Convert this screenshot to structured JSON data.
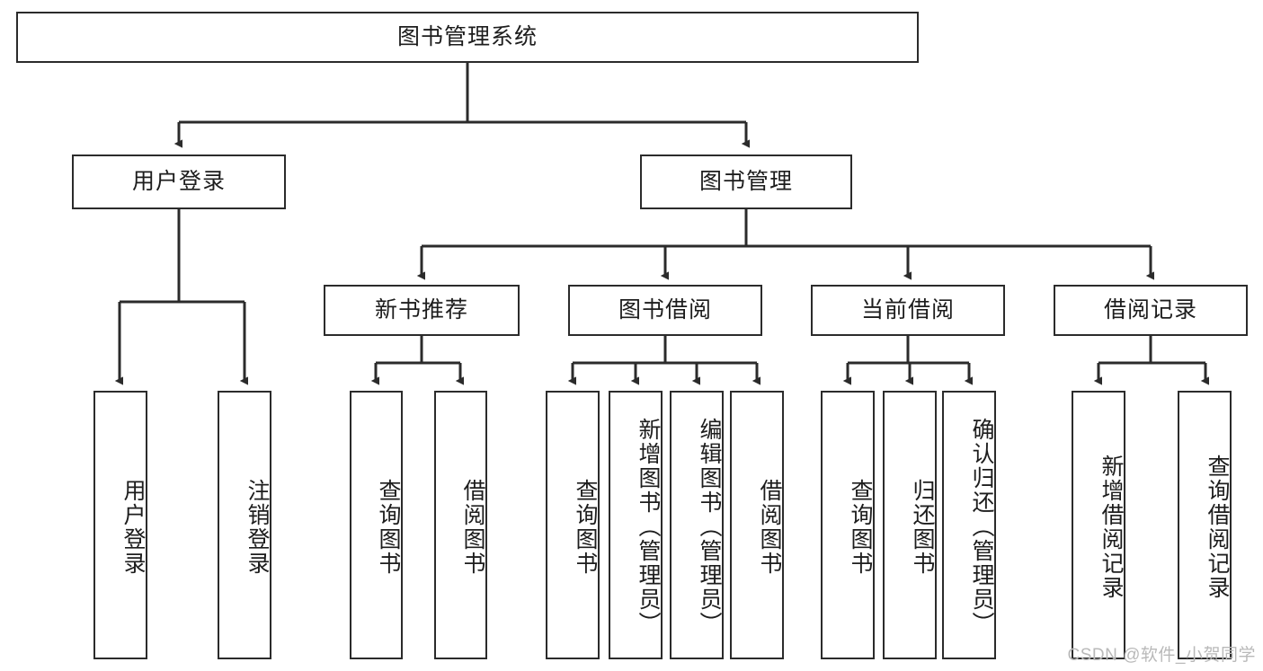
{
  "diagram": {
    "title": "图书管理系统",
    "type": "tree",
    "watermark": "CSDN @软件_小贺同学",
    "colors": {
      "stroke": "#2b2b2b",
      "fill": "#ffffff",
      "text": "#1d1d1d",
      "watermark": "#b9b9b9"
    },
    "levels": {
      "root": "图书管理系统",
      "level2": [
        "用户登录",
        "图书管理"
      ],
      "level3": [
        "新书推荐",
        "图书借阅",
        "当前借阅",
        "借阅记录"
      ],
      "level4": [
        "用户登录",
        "注销登录",
        "查询图书",
        "借阅图书",
        "查询图书",
        "新增图书（管理员）",
        "编辑图书（管理员）",
        "借阅图书",
        "查询图书",
        "归还图书",
        "确认归还（管理员）",
        "新增借阅记录",
        "查询借阅记录"
      ]
    },
    "nodes": {
      "root": {
        "label": "图书管理系统"
      },
      "user_login": {
        "label": "用户登录"
      },
      "book_manage": {
        "label": "图书管理"
      },
      "new_book_rec": {
        "label": "新书推荐"
      },
      "book_borrow": {
        "label": "图书借阅"
      },
      "current_borrow": {
        "label": "当前借阅"
      },
      "borrow_record": {
        "label": "借阅记录"
      },
      "leaf_user_login": {
        "label": "用户登录"
      },
      "leaf_logout": {
        "label": "注销登录"
      },
      "leaf_query_book_1": {
        "label": "查询图书"
      },
      "leaf_borrow_book_1": {
        "label": "借阅图书"
      },
      "leaf_query_book_2": {
        "label": "查询图书"
      },
      "leaf_add_book": {
        "label": "新增图书（管理员）"
      },
      "leaf_edit_book": {
        "label": "编辑图书（管理员）"
      },
      "leaf_borrow_book_2": {
        "label": "借阅图书"
      },
      "leaf_query_book_3": {
        "label": "查询图书"
      },
      "leaf_return_book": {
        "label": "归还图书"
      },
      "leaf_confirm_return": {
        "label": "确认归还（管理员）"
      },
      "leaf_add_record": {
        "label": "新增借阅记录"
      },
      "leaf_query_record": {
        "label": "查询借阅记录"
      }
    },
    "edges": [
      {
        "from": "root",
        "to": "user_login"
      },
      {
        "from": "root",
        "to": "book_manage"
      },
      {
        "from": "user_login",
        "to": "leaf_user_login"
      },
      {
        "from": "user_login",
        "to": "leaf_logout"
      },
      {
        "from": "book_manage",
        "to": "new_book_rec"
      },
      {
        "from": "book_manage",
        "to": "book_borrow"
      },
      {
        "from": "book_manage",
        "to": "current_borrow"
      },
      {
        "from": "book_manage",
        "to": "borrow_record"
      },
      {
        "from": "new_book_rec",
        "to": "leaf_query_book_1"
      },
      {
        "from": "new_book_rec",
        "to": "leaf_borrow_book_1"
      },
      {
        "from": "book_borrow",
        "to": "leaf_query_book_2"
      },
      {
        "from": "book_borrow",
        "to": "leaf_add_book"
      },
      {
        "from": "book_borrow",
        "to": "leaf_edit_book"
      },
      {
        "from": "book_borrow",
        "to": "leaf_borrow_book_2"
      },
      {
        "from": "current_borrow",
        "to": "leaf_query_book_3"
      },
      {
        "from": "current_borrow",
        "to": "leaf_return_book"
      },
      {
        "from": "current_borrow",
        "to": "leaf_confirm_return"
      },
      {
        "from": "borrow_record",
        "to": "leaf_add_record"
      },
      {
        "from": "borrow_record",
        "to": "leaf_query_record"
      }
    ]
  }
}
